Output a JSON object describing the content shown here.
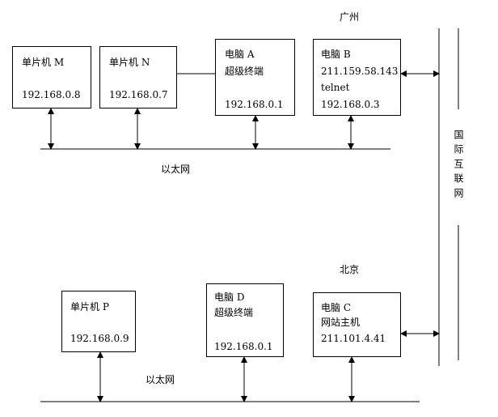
{
  "guangzhou": {
    "region_label": "广州",
    "ethernet_label": "以太网",
    "mcu_m": {
      "title": "单片机 M",
      "ip": "192.168.0.8"
    },
    "mcu_n": {
      "title": "单片机 N",
      "ip": "192.168.0.7"
    },
    "pc_a": {
      "title": "电脑 A",
      "role": "超级终端",
      "ip": "192.168.0.1"
    },
    "pc_b": {
      "title": "电脑 B",
      "public_ip": "211.159.58.143",
      "service": "telnet",
      "ip": "192.168.0.3"
    }
  },
  "beijing": {
    "region_label": "北京",
    "ethernet_label": "以太网",
    "mcu_p": {
      "title": "单片机 P",
      "ip": "192.168.0.9"
    },
    "pc_d": {
      "title": "电脑 D",
      "role": "超级终端",
      "ip": "192.168.0.1"
    },
    "pc_c": {
      "title": "电脑 C",
      "role": "网站主机",
      "ip": "211.101.4.41"
    }
  },
  "internet": {
    "label": "国际互联网"
  }
}
